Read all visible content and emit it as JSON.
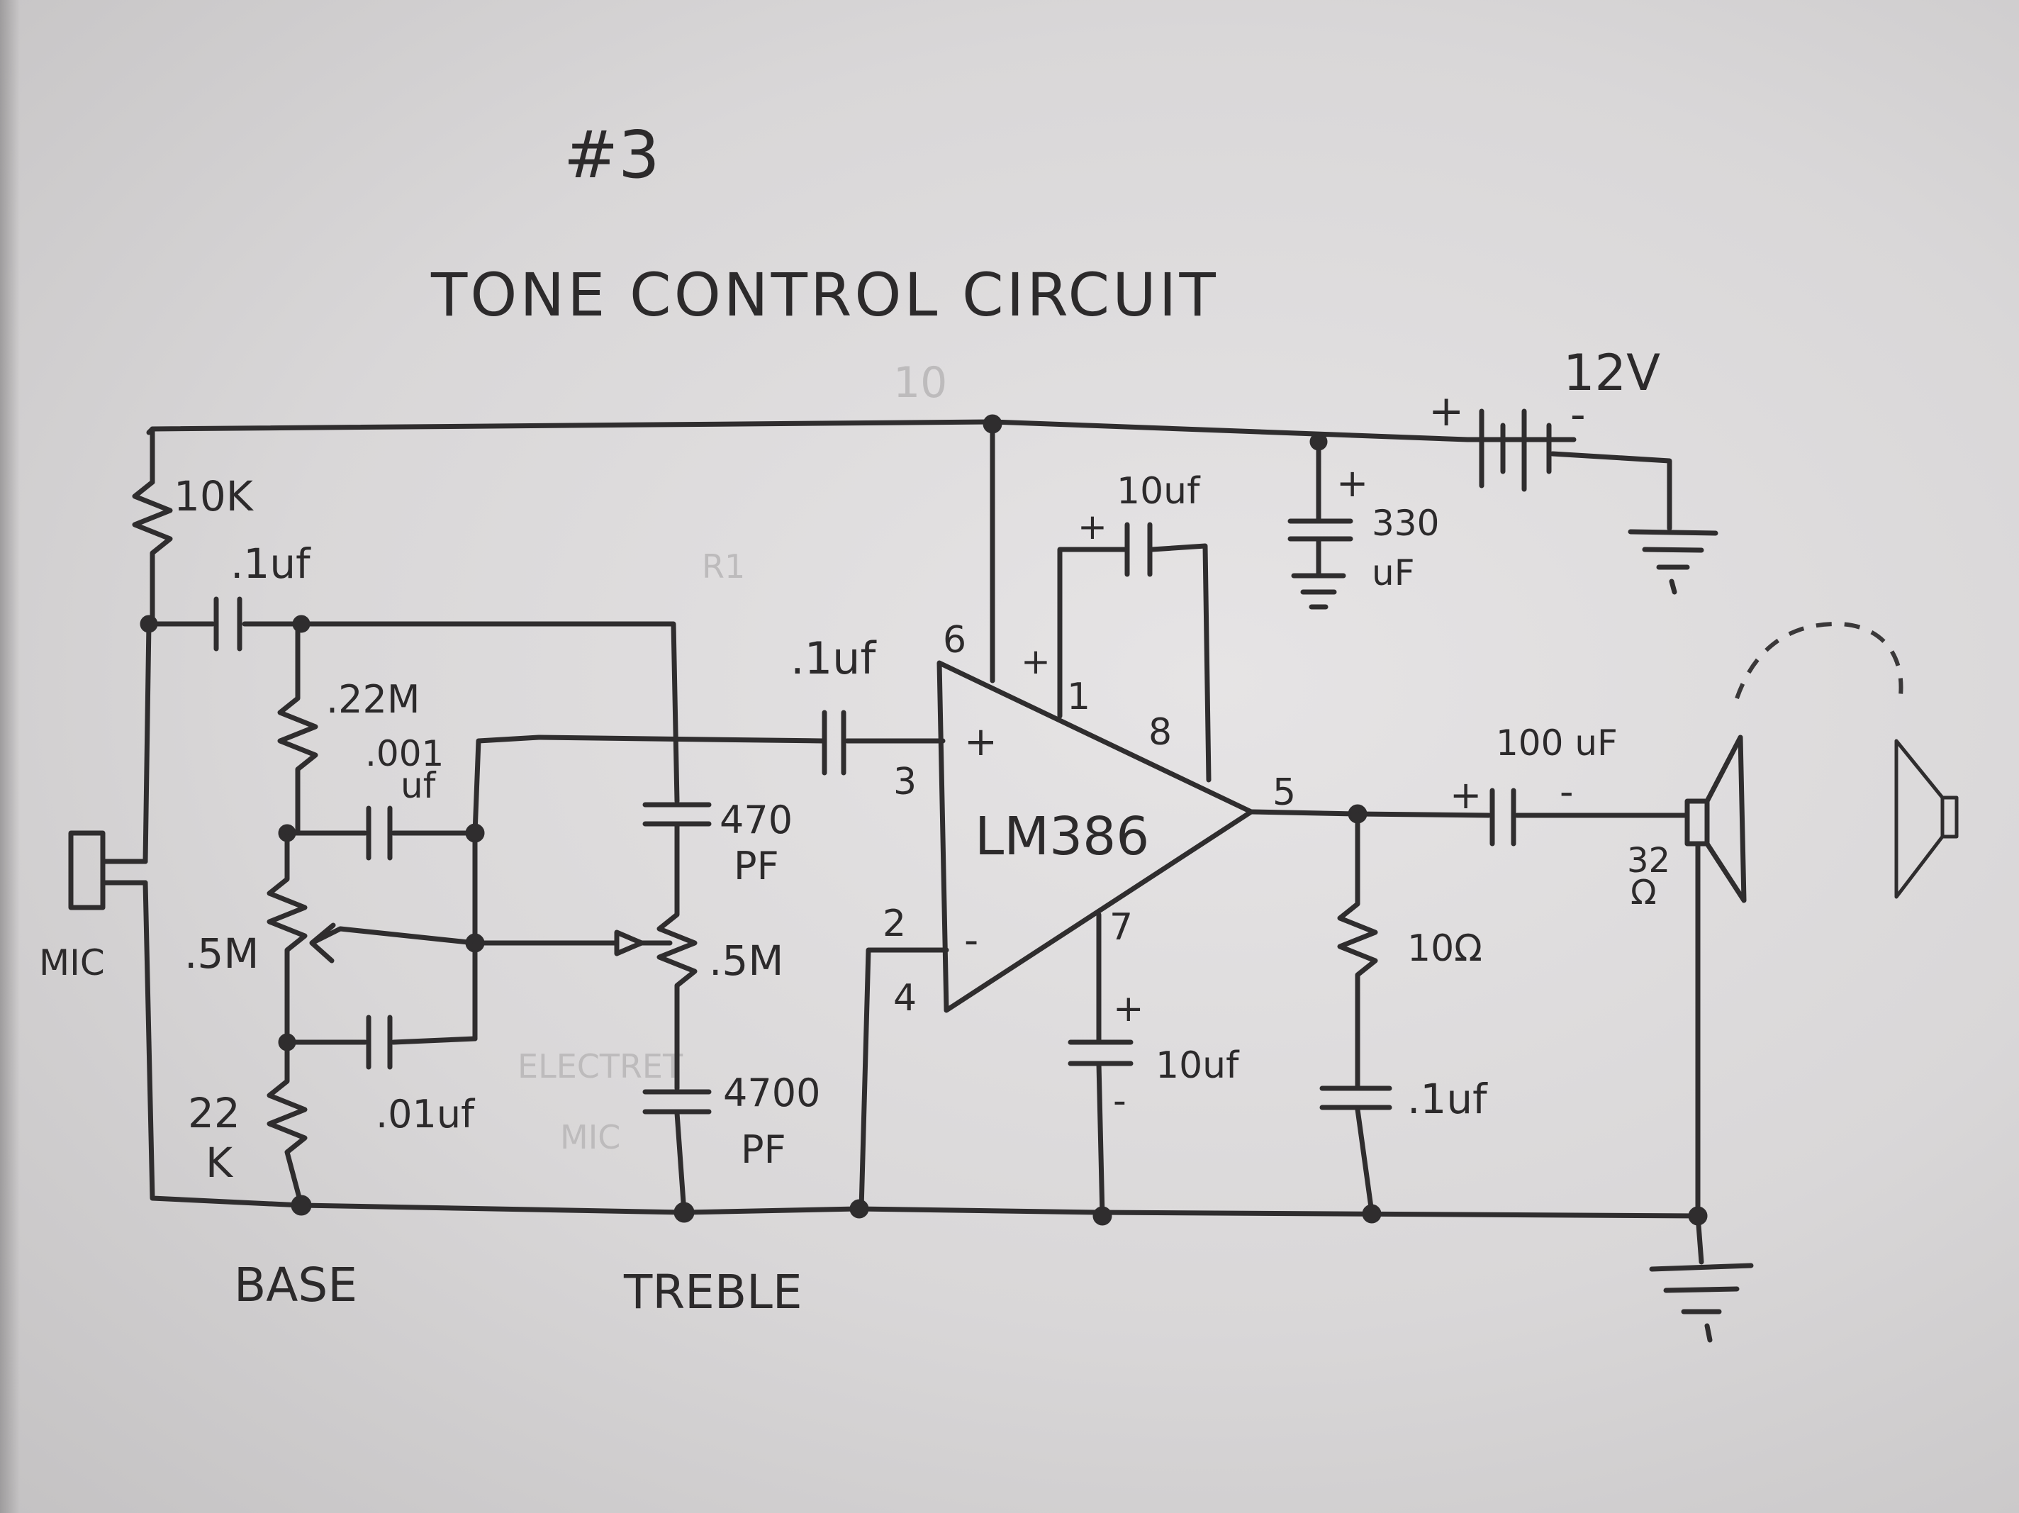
{
  "title": {
    "number": "#3",
    "text": "TONE CONTROL CIRCUIT"
  },
  "supply": {
    "voltage": "12V",
    "plus": "+",
    "minus": "-"
  },
  "components": {
    "r_10k": "10K",
    "c_01uf_in": ".1uf",
    "r_22m": ".22M",
    "c_001uf_top": ".001",
    "c_001uf_bottom": "uf",
    "pot_base": ".5M",
    "c_01uf_lower": ".01uf",
    "r_22k_top": "22",
    "r_22k_bottom": "K",
    "c_470pf_top": "470",
    "c_470pf_bottom": "PF",
    "pot_treble": ".5M",
    "c_4700pf_top": "4700",
    "c_4700pf_bottom": "PF",
    "c_01uf_amp_in": ".1uf",
    "c_10uf_gain": "10uf",
    "c_330uf_top": "330",
    "c_330uf_bottom": "uF",
    "c_10uf_bypass": "10uf",
    "c_100uf_out": "100 uF",
    "r_10ohm": "10Ω",
    "c_01uf_zobel": ".1uf",
    "speaker_top": "32",
    "speaker_bottom": "Ω"
  },
  "amplifier": {
    "name": "LM386",
    "pins": {
      "p1": "1",
      "p2": "2",
      "p3": "3",
      "p4": "4",
      "p5": "5",
      "p6": "6",
      "p7": "7",
      "p8": "8"
    },
    "plus": "+",
    "minus": "-"
  },
  "polarity": {
    "plus": "+",
    "minus": "-"
  },
  "labels": {
    "mic": "MIC",
    "base": "BASE",
    "treble": "TREBLE"
  }
}
